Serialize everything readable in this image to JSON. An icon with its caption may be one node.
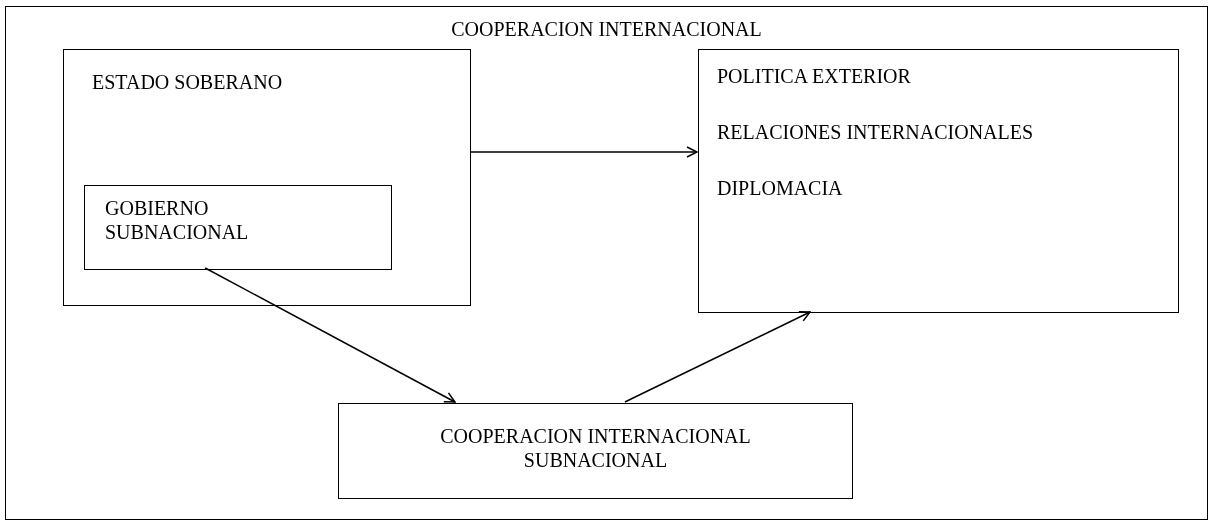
{
  "diagram": {
    "nodes": [
      {
        "text": [
          "COOPERACION INTERNACIONAL"
        ]
      },
      {
        "text": [
          "ESTADO SOBERANO"
        ],
        "in": 0
      },
      {
        "text": [
          "GOBIERNO SUBNACIONAL"
        ],
        "in": 1
      },
      {
        "text": [
          "POLITICA EXTERIOR",
          "RELACIONES INTERNACIONALES",
          "DIPLOMACIA"
        ],
        "in": 0
      },
      {
        "text": [
          "COOPERACION INTERNACIONAL SUBNACIONAL"
        ],
        "in": 0
      }
    ],
    "edges": [
      {
        "from": 1,
        "to": 3,
        "arrow": "to"
      },
      {
        "from": 2,
        "to": 4,
        "arrow": "to"
      },
      {
        "from": 4,
        "to": 3,
        "arrow": "to"
      }
    ]
  }
}
